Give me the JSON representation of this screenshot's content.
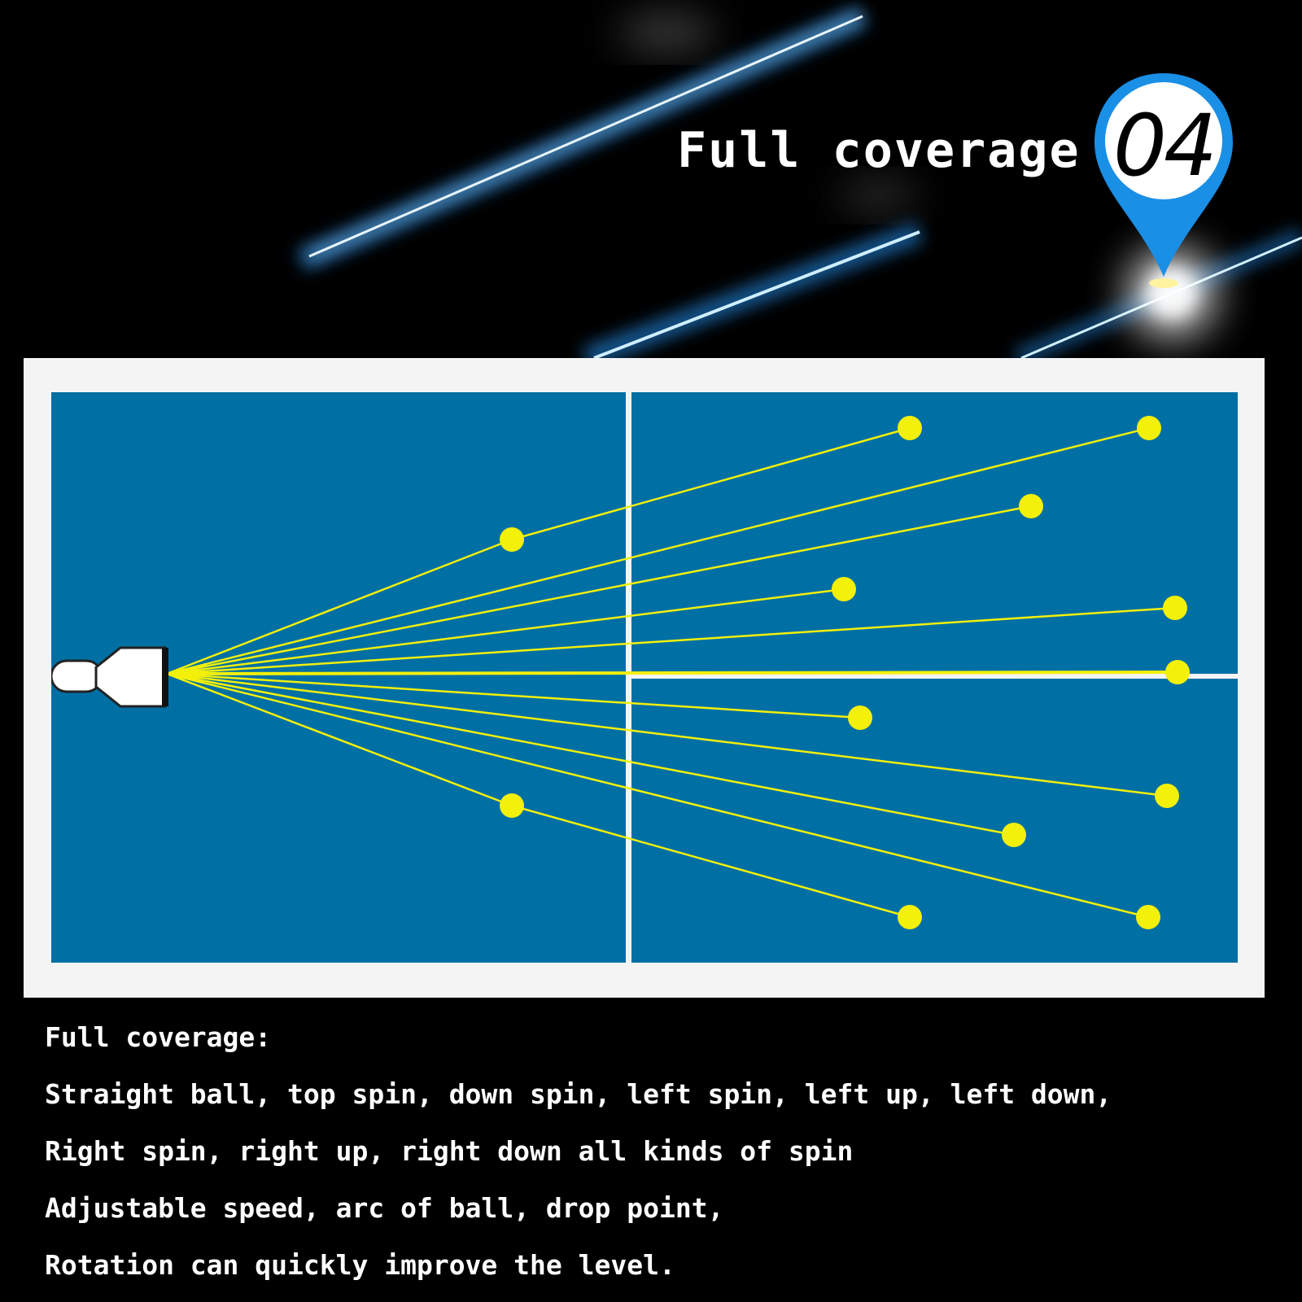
{
  "heading": {
    "title": "Full coverage",
    "badge_number": "04"
  },
  "colors": {
    "background": "#000000",
    "table_blue": "#006fa4",
    "table_border": "#f4f4f4",
    "ball_yellow": "#f3f00a",
    "badge_blue": "#1a8fe6"
  },
  "icons": {
    "badge": "location-pin-icon",
    "machine": "ball-launcher-icon"
  },
  "description": {
    "lines": [
      "Full coverage:",
      "Straight ball, top spin, down spin, left spin, left up, left down,",
      "Right spin, right up, right down all kinds of spin",
      "Adjustable speed, arc of ball, drop point,",
      "Rotation can quickly improve the level."
    ]
  }
}
